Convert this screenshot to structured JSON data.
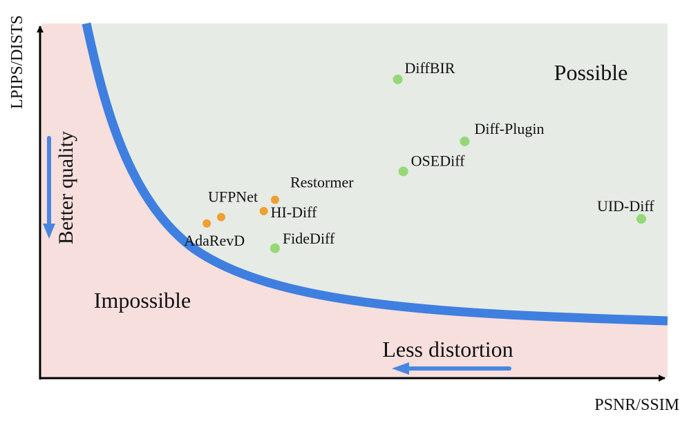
{
  "chart_data": {
    "type": "scatter",
    "title": "",
    "xlabel": "PSNR/SSIM",
    "ylabel": "LPIPS/DISTS",
    "xlim": [
      0,
      100
    ],
    "ylim": [
      0,
      100
    ],
    "grid": false,
    "legend": "none",
    "regions": [
      {
        "name": "Possible",
        "color": "#e6ebe5"
      },
      {
        "name": "Impossible",
        "color": "#f7dfde"
      }
    ],
    "annotations": {
      "quality": "Better quality",
      "distortion": "Less distortion"
    },
    "boundary_color": "#3f7fe0",
    "arrow_color": "#4a86e0",
    "series": [
      {
        "color": "#f0a030",
        "points": [
          {
            "label": "AdaRevD",
            "x": 26.4,
            "y": 43.5
          },
          {
            "label": "UFPNet",
            "x": 28.7,
            "y": 45.3
          },
          {
            "label": "Restormer",
            "x": 37.3,
            "y": 50.2
          },
          {
            "label": "HI-Diff",
            "x": 35.5,
            "y": 47.0
          }
        ]
      },
      {
        "color": "#96d878",
        "points": [
          {
            "label": "DiffBIR",
            "x": 56.9,
            "y": 84.2
          },
          {
            "label": "Diff-Plugin",
            "x": 67.6,
            "y": 66.7
          },
          {
            "label": "OSEDiff",
            "x": 57.8,
            "y": 58.2
          },
          {
            "label": "UID-Diff",
            "x": 95.8,
            "y": 44.8
          },
          {
            "label": "FideDiff",
            "x": 37.3,
            "y": 36.5
          }
        ]
      }
    ]
  }
}
